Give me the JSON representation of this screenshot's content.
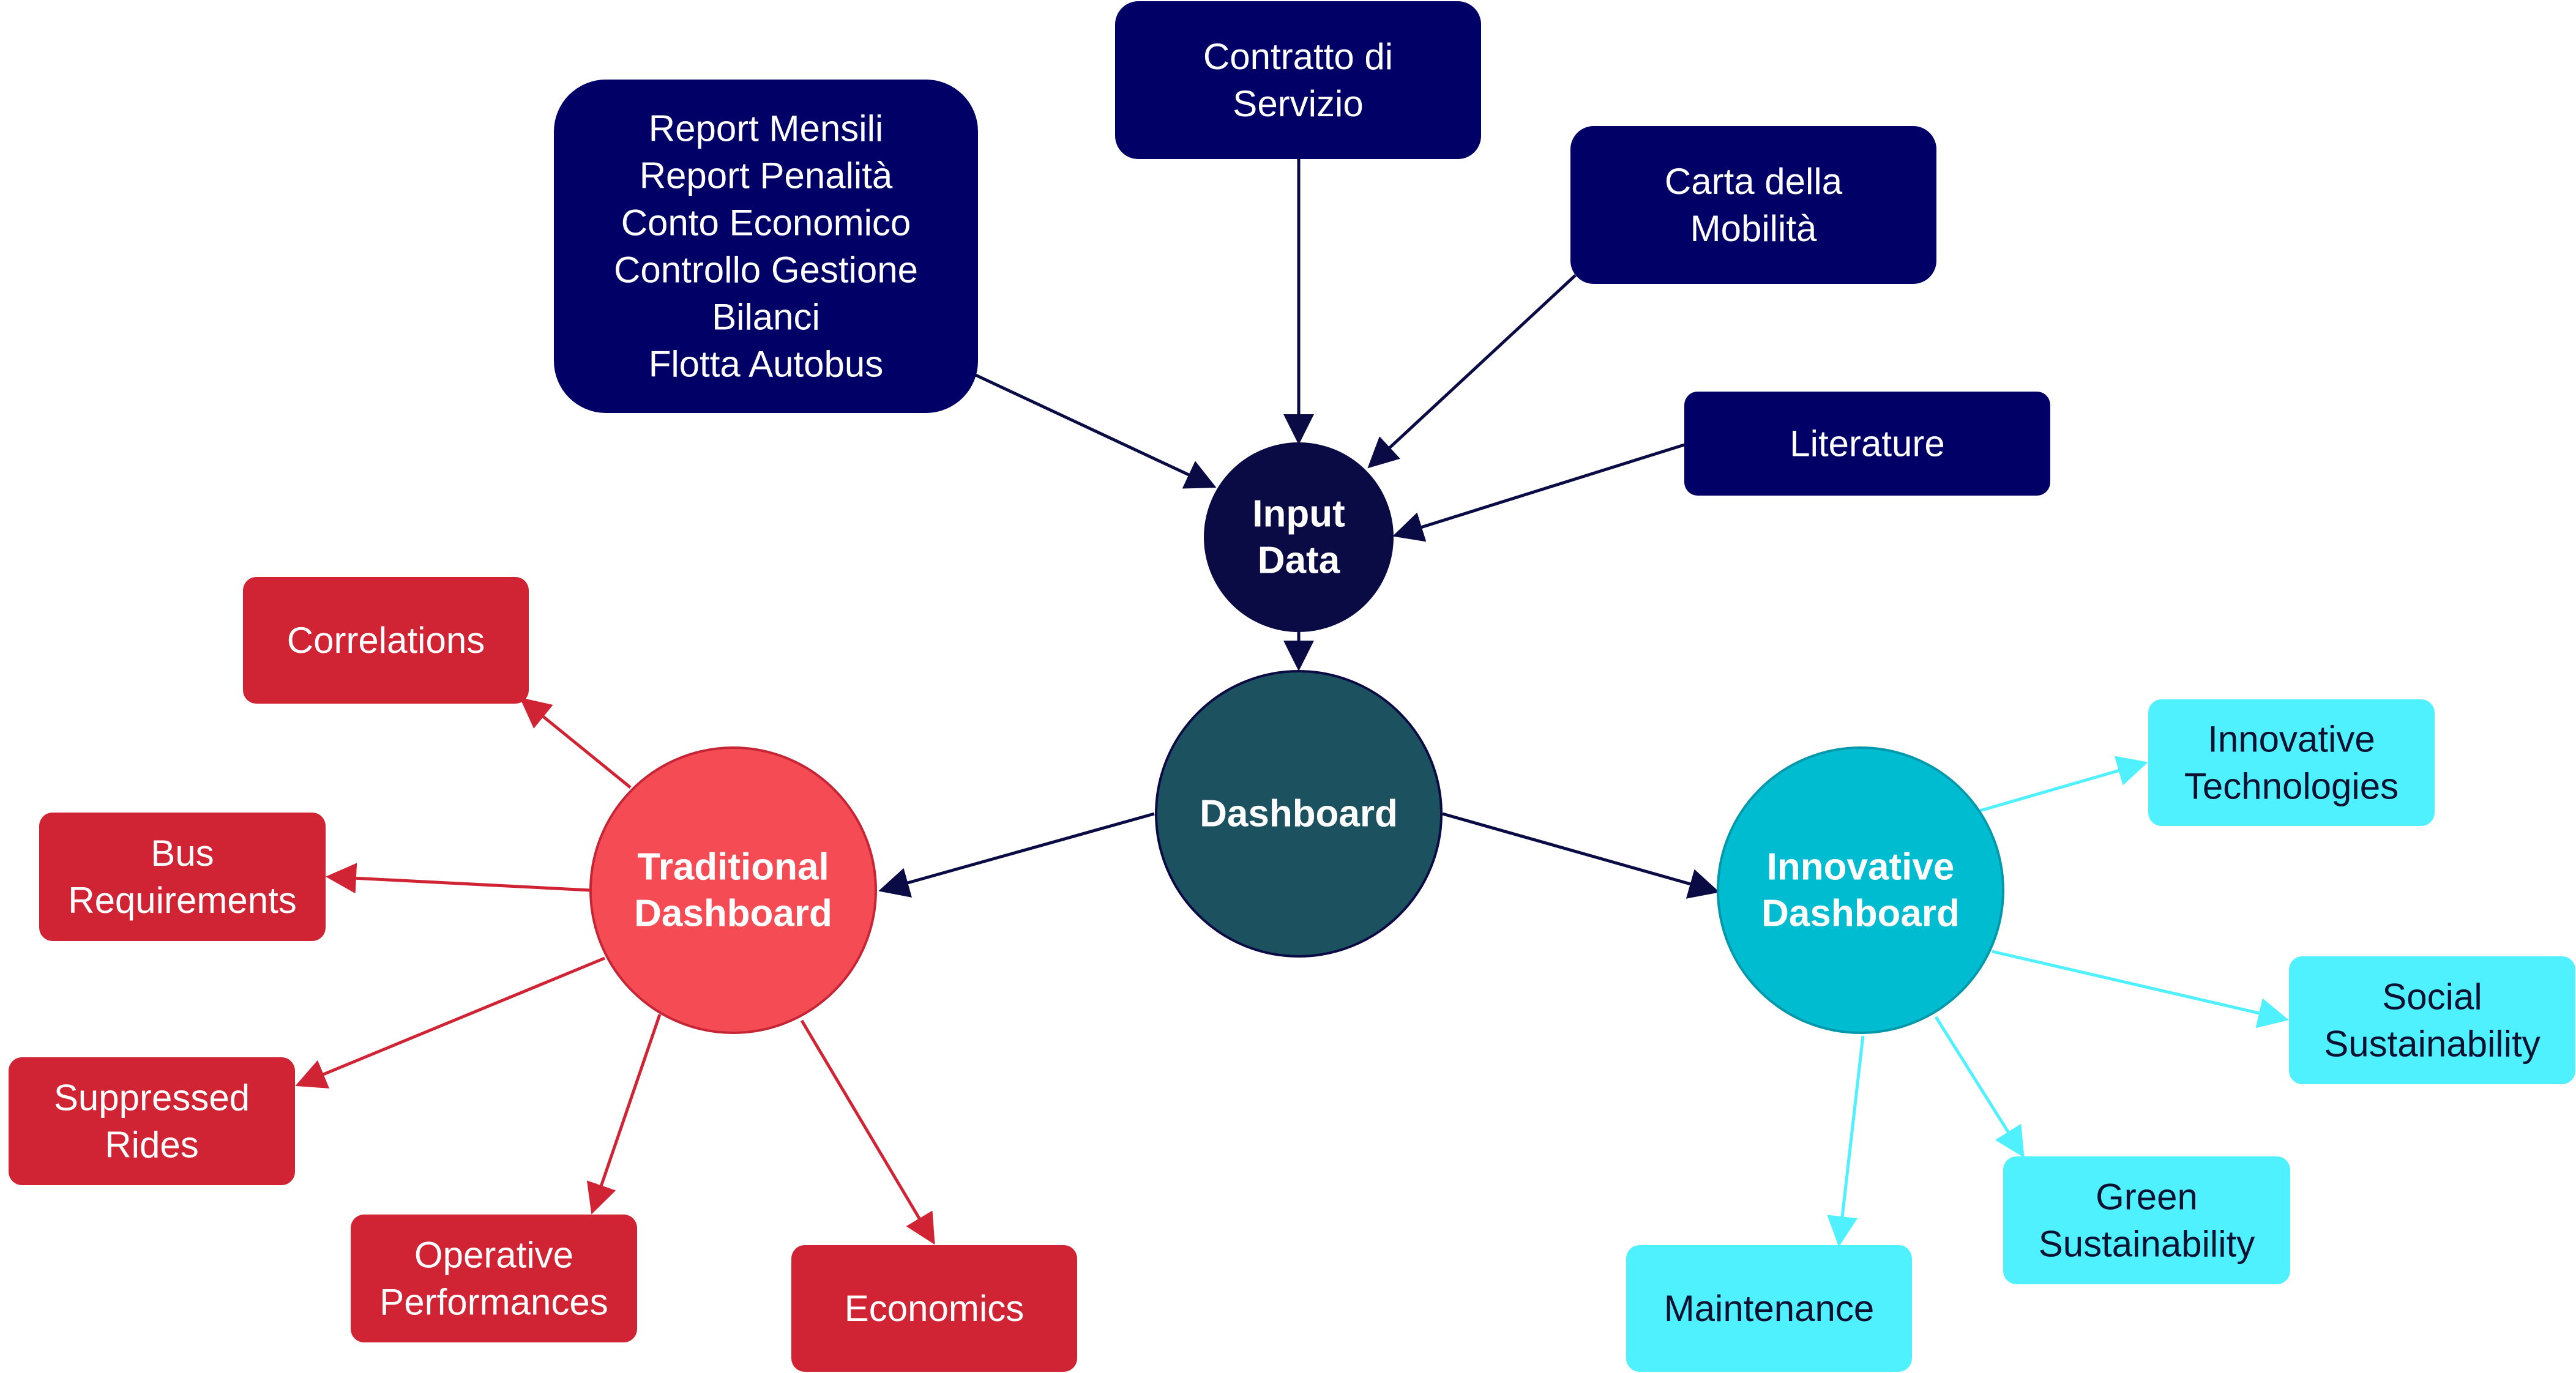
{
  "colors": {
    "input_box": "#000066",
    "input_circle": "#0a0a45",
    "dashboard_circle": "#1c525f",
    "traditional_circle": "#f44b55",
    "traditional_box": "#d02334",
    "innovative_circle": "#00bcd0",
    "innovative_box": "#4ff0ff",
    "text_light": "#ffffff",
    "text_dark": "#0a1230"
  },
  "center": {
    "dashboard": [
      "Dashboard"
    ]
  },
  "input": {
    "hub": [
      "Input",
      "Data"
    ],
    "sources": [
      {
        "id": "reports",
        "lines": [
          "Report Mensili",
          "Report Penalità",
          "Conto Economico",
          "Controllo Gestione",
          "Bilanci",
          "Flotta Autobus"
        ]
      },
      {
        "id": "contratto",
        "lines": [
          "Contratto di",
          "Servizio"
        ]
      },
      {
        "id": "carta",
        "lines": [
          "Carta della",
          "Mobilità"
        ]
      },
      {
        "id": "literature",
        "lines": [
          "Literature"
        ]
      }
    ]
  },
  "traditional": {
    "hub": [
      "Traditional",
      "Dashboard"
    ],
    "items": [
      {
        "id": "correlations",
        "lines": [
          "Correlations"
        ]
      },
      {
        "id": "bus-requirements",
        "lines": [
          "Bus",
          "Requirements"
        ]
      },
      {
        "id": "suppressed-rides",
        "lines": [
          "Suppressed",
          "Rides"
        ]
      },
      {
        "id": "operative-performances",
        "lines": [
          "Operative",
          "Performances"
        ]
      },
      {
        "id": "economics",
        "lines": [
          "Economics"
        ]
      }
    ]
  },
  "innovative": {
    "hub": [
      "Innovative",
      "Dashboard"
    ],
    "items": [
      {
        "id": "innovative-technologies",
        "lines": [
          "Innovative",
          "Technologies"
        ]
      },
      {
        "id": "social-sustainability",
        "lines": [
          "Social",
          "Sustainability"
        ]
      },
      {
        "id": "green-sustainability",
        "lines": [
          "Green",
          "Sustainability"
        ]
      },
      {
        "id": "maintenance",
        "lines": [
          "Maintenance"
        ]
      }
    ]
  }
}
